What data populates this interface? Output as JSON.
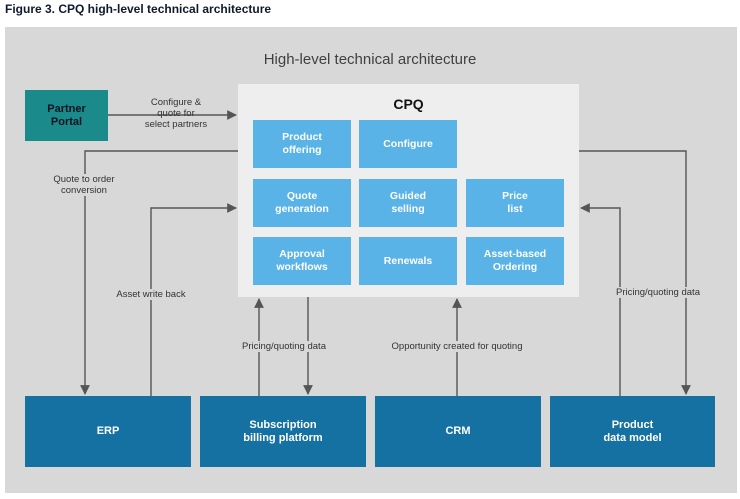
{
  "figure_title": "Figure 3. CPQ high-level technical architecture",
  "diagram_title": "High-level technical architecture",
  "cpq": {
    "title": "CPQ",
    "modules": [
      "Product\noffering",
      "Configure",
      "Quote\ngeneration",
      "Guided\nselling",
      "Price\nlist",
      "Approval\nworkflows",
      "Renewals",
      "Asset-based\nOrdering"
    ]
  },
  "partner_portal": "Partner\nPortal",
  "systems": {
    "erp": "ERP",
    "billing": "Subscription\nbilling platform",
    "crm": "CRM",
    "product_data": "Product\ndata model"
  },
  "labels": {
    "configure_quote": "Configure &\nquote for\nselect partners",
    "quote_to_order": "Quote to order\nconversion",
    "asset_write_back": "Asset write back",
    "pricing_billing": "Pricing/quoting data",
    "opportunity": "Opportunity created for quoting",
    "pricing_product": "Pricing/quoting data"
  },
  "colors": {
    "panel_bg": "#d8d8d8",
    "cpq_bg": "#eeeeee",
    "module_blue": "#59b3e6",
    "system_blue": "#1671a3",
    "partner_teal": "#1a8a8a",
    "arrow": "#555555"
  }
}
